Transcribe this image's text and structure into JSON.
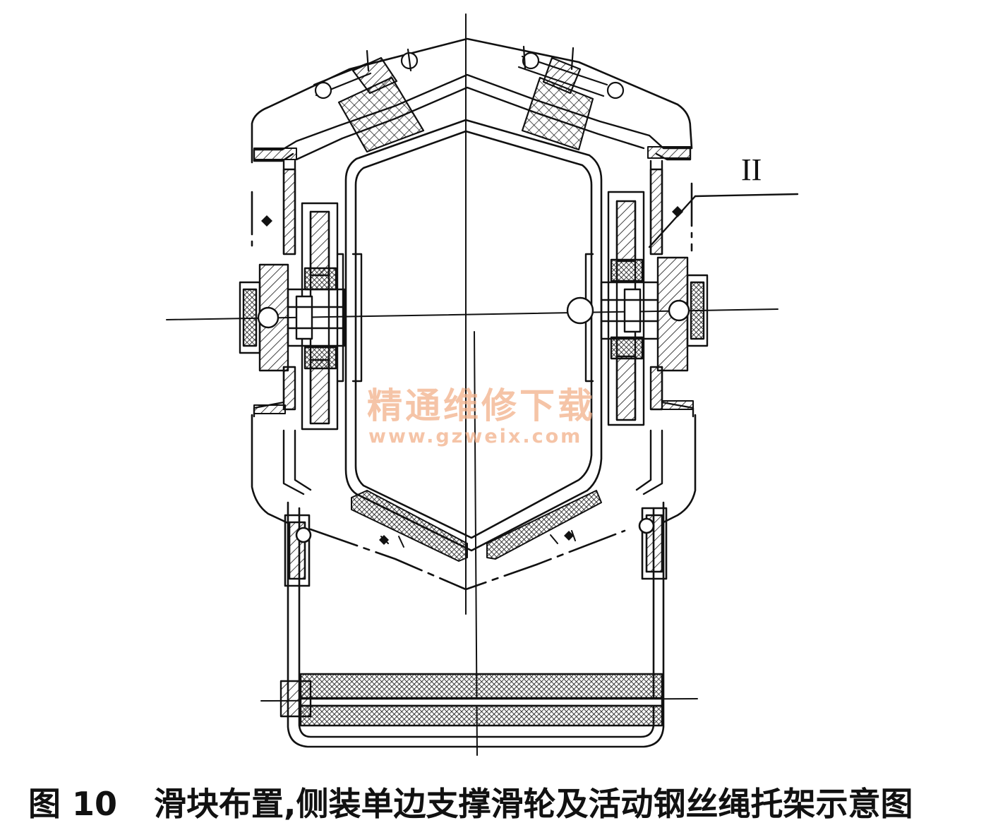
{
  "figure": {
    "caption_number": "图 10",
    "caption_text": "滑块布置,侧装单边支撑滑轮及活动钢丝绳托架示意图",
    "part_label": "II"
  },
  "watermark": {
    "text": "精通维修下载",
    "url": "www.gzweix.com",
    "color": "#f1b08a"
  },
  "colors": {
    "ink": "#111111",
    "paper": "#ffffff"
  }
}
